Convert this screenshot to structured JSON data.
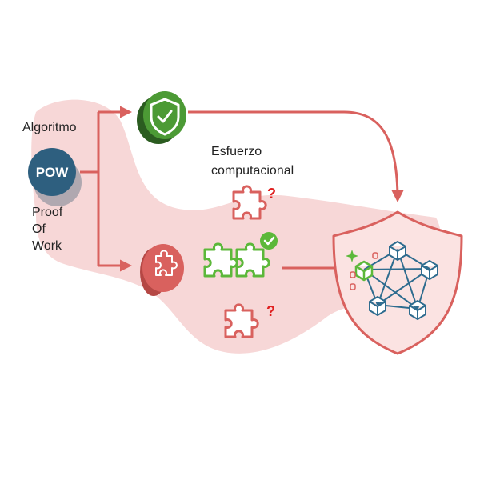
{
  "labels": {
    "algoritmo": "Algoritmo",
    "pow": "POW",
    "proof_lines": [
      "Proof",
      "Of",
      "Work"
    ],
    "esfuerzo_lines": [
      "Esfuerzo",
      "computacional"
    ]
  },
  "colors": {
    "blob": "#f7d7d7",
    "arrow": "#d9615e",
    "shield_fill": "#fbe3e2",
    "pow_badge": "#2e5f7f",
    "check_badge": "#3f8a2f",
    "puzzle_red": "#d9615e",
    "puzzle_green": "#5cb83a",
    "node_blue": "#2e6c8f"
  },
  "icons": [
    "pow-badge",
    "security-check-icon",
    "puzzle-coin-icon",
    "puzzle-piece-icon",
    "question-mark-icon",
    "check-icon",
    "network-shield-icon",
    "sparkle-icon",
    "database-icon"
  ]
}
